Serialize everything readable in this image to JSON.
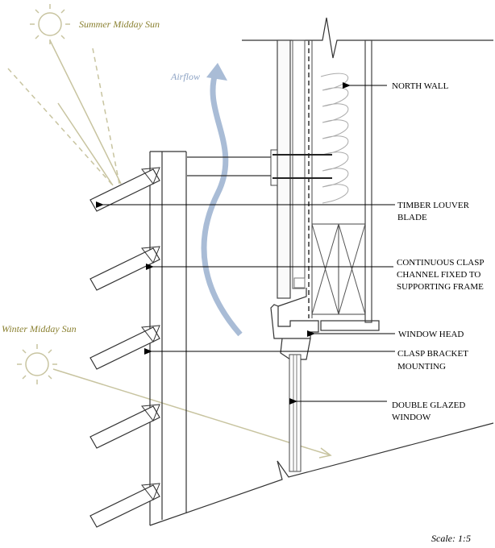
{
  "labels": {
    "summer_sun": "Summer Midday Sun",
    "winter_sun": "Winter Midday Sun",
    "airflow": "Airflow",
    "north_wall": "NORTH WALL",
    "louver": [
      "TIMBER LOUVER",
      "BLADE"
    ],
    "clasp_channel": [
      "CONTINUOUS CLASP",
      "CHANNEL FIXED TO",
      "SUPPORTING FRAME"
    ],
    "window_head": "WINDOW HEAD",
    "clasp_bracket": [
      "CLASP BRACKET",
      "MOUNTING"
    ],
    "glazed_window": [
      "DOUBLE GLAZED",
      "WINDOW"
    ],
    "scale": "Scale: 1:5"
  },
  "colors": {
    "sun": "#c8c4a0",
    "sun_text": "#8a8030",
    "airflow": "#a9bcd6"
  }
}
